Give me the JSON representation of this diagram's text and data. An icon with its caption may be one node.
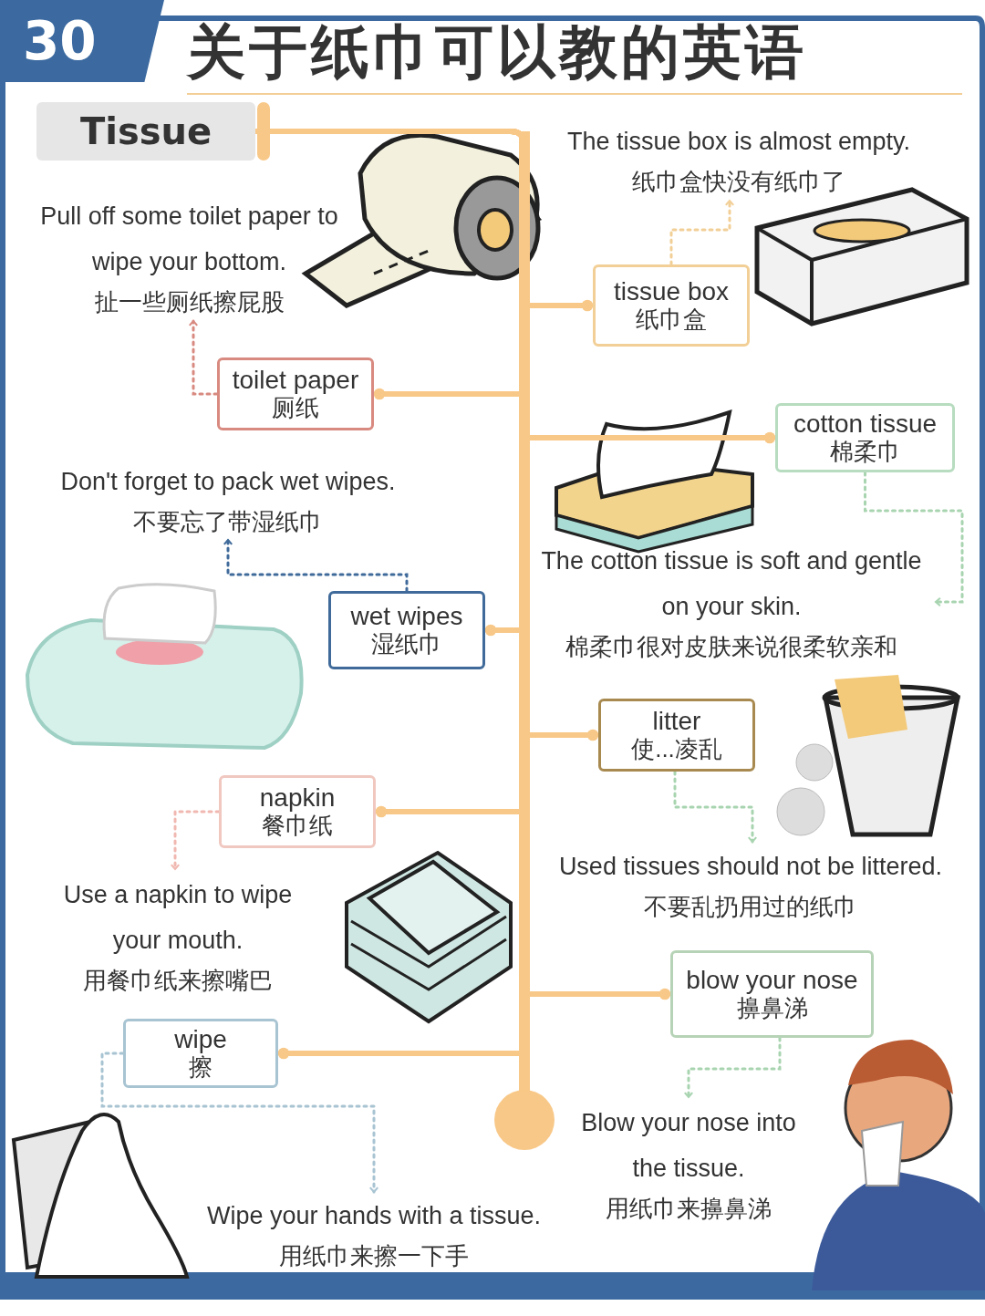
{
  "diagram": {
    "title": "关于纸巾可以教的英语",
    "nodes": [
      {
        "text": [
          "Tissue"
        ]
      },
      {
        "text": [
          "toilet paper",
          "厕纸"
        ]
      },
      {
        "text": [
          "Pull off some toilet paper to wipe your bottom.",
          "扯一些厕纸擦屁股"
        ]
      },
      {
        "text": [
          "tissue box",
          "纸巾盒"
        ]
      },
      {
        "text": [
          "The tissue box is almost empty.",
          "纸巾盒快没有纸巾了"
        ]
      },
      {
        "text": [
          "cotton tissue",
          "棉柔巾"
        ]
      },
      {
        "text": [
          "The cotton tissue is soft and gentle on your skin.",
          "棉柔巾很对皮肤来说很柔软亲和"
        ]
      },
      {
        "text": [
          "wet wipes",
          "湿纸巾"
        ]
      },
      {
        "text": [
          "Don't forget to pack wet wipes.",
          "不要忘了带湿纸巾"
        ]
      },
      {
        "text": [
          "litter",
          "使...凌乱"
        ]
      },
      {
        "text": [
          "Used tissues should not be littered.",
          "不要乱扔用过的纸巾"
        ]
      },
      {
        "text": [
          "napkin",
          "餐巾纸"
        ]
      },
      {
        "text": [
          "Use a napkin to wipe your mouth.",
          "用餐巾纸来擦嘴巴"
        ]
      },
      {
        "text": [
          "blow your nose",
          "擤鼻涕"
        ]
      },
      {
        "text": [
          "Blow your nose into the tissue.",
          "用纸巾来擤鼻涕"
        ]
      },
      {
        "text": [
          "wipe",
          "擦"
        ]
      },
      {
        "text": [
          "Wipe your hands with a tissue.",
          "用纸巾来擦一下手"
        ]
      }
    ],
    "edges": [
      {
        "from": 0,
        "to": 1,
        "arrow": "other",
        "style": "thick"
      },
      {
        "from": 0,
        "to": 3,
        "arrow": "other",
        "style": "thick"
      },
      {
        "from": 0,
        "to": 5,
        "arrow": "other",
        "style": "thick"
      },
      {
        "from": 0,
        "to": 7,
        "arrow": "other",
        "style": "thick"
      },
      {
        "from": 0,
        "to": 9,
        "arrow": "other",
        "style": "thick"
      },
      {
        "from": 0,
        "to": 11,
        "arrow": "other",
        "style": "thick"
      },
      {
        "from": 0,
        "to": 13,
        "arrow": "other",
        "style": "thick"
      },
      {
        "from": 0,
        "to": 15,
        "arrow": "other",
        "style": "thick"
      },
      {
        "from": 1,
        "to": 2,
        "arrow": "to",
        "style": "dashed",
        "color": "#d88a80"
      },
      {
        "from": 3,
        "to": 4,
        "arrow": "to",
        "style": "dashed",
        "color": "#f2cf96"
      },
      {
        "from": 5,
        "to": 6,
        "arrow": "to",
        "style": "dashed",
        "color": "#a8d4b0"
      },
      {
        "from": 7,
        "to": 8,
        "arrow": "to",
        "style": "dashed",
        "color": "#3f6a9a"
      },
      {
        "from": 9,
        "to": 10,
        "arrow": "to",
        "style": "dashed",
        "color": "#a8d4b0"
      },
      {
        "from": 11,
        "to": 12,
        "arrow": "to",
        "style": "dashed",
        "color": "#f0b8b0"
      },
      {
        "from": 13,
        "to": 14,
        "arrow": "to",
        "style": "dashed",
        "color": "#a8d4b0"
      },
      {
        "from": 15,
        "to": 16,
        "arrow": "to",
        "style": "dashed",
        "color": "#a8c4d2"
      }
    ],
    "labels": [
      "30"
    ]
  }
}
